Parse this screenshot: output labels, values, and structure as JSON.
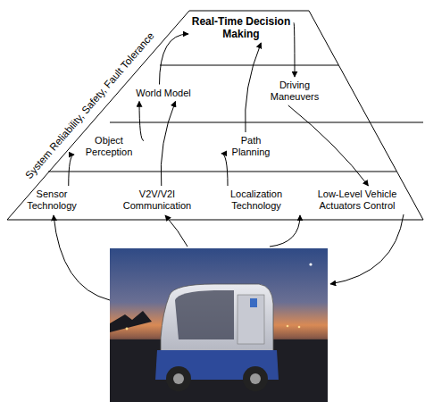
{
  "diagram": {
    "nodes": [
      {
        "text": [
          "Real-Time Decision Making"
        ]
      },
      {
        "text": [
          "World Model"
        ]
      },
      {
        "text": [
          "Driving Maneuvers"
        ]
      },
      {
        "text": [
          "Object Perception"
        ]
      },
      {
        "text": [
          "Path Planning"
        ]
      },
      {
        "text": [
          "Sensor Technology"
        ]
      },
      {
        "text": [
          "V2V/V2I Communication"
        ]
      },
      {
        "text": [
          "Localization Technology"
        ]
      },
      {
        "text": [
          "Low-Level Vehicle Actuators Control"
        ]
      }
    ],
    "edges": [
      {
        "from": 1,
        "to": 0,
        "arrow": "to"
      },
      {
        "from": 0,
        "to": 2,
        "arrow": "to"
      },
      {
        "from": 3,
        "to": 1,
        "arrow": "to"
      },
      {
        "from": 4,
        "to": 0,
        "arrow": "to"
      },
      {
        "from": 5,
        "to": 3,
        "arrow": "to"
      },
      {
        "from": 6,
        "to": 1,
        "arrow": "to"
      },
      {
        "from": 7,
        "to": 4,
        "arrow": "to"
      },
      {
        "from": 2,
        "to": 8,
        "arrow": "to"
      }
    ],
    "labels": [
      "System Reliability, Safety, Fault Tolerance"
    ]
  }
}
